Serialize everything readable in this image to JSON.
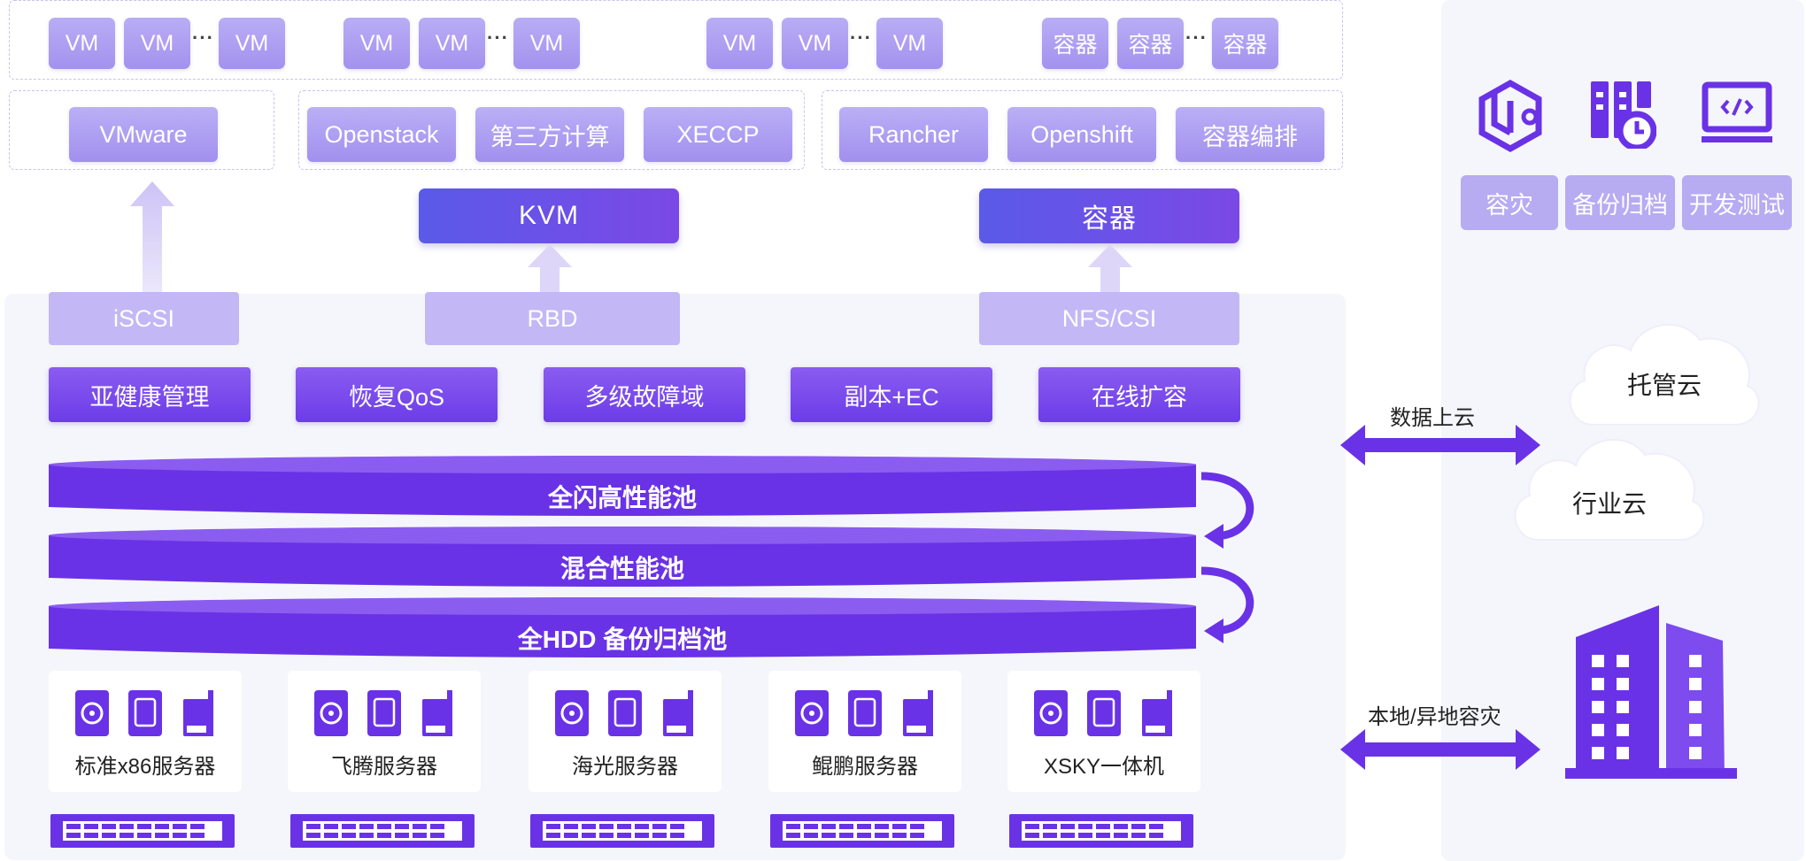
{
  "top_row": {
    "group1": [
      "VM",
      "VM",
      "VM"
    ],
    "group2": [
      "VM",
      "VM",
      "VM"
    ],
    "group3": [
      "VM",
      "VM",
      "VM"
    ],
    "group4": [
      "容器",
      "容器",
      "容器"
    ],
    "ellipsis": "···"
  },
  "platforms": {
    "vmware": "VMware",
    "kvm_group": [
      "Openstack",
      "第三方计算",
      "XECCP"
    ],
    "container_group": [
      "Rancher",
      "Openshift",
      "容器编排"
    ]
  },
  "core": {
    "kvm": "KVM",
    "container": "容器"
  },
  "protocols": {
    "iscsi": "iSCSI",
    "rbd": "RBD",
    "nfs": "NFS/CSI"
  },
  "features": [
    "亚健康管理",
    "恢复QoS",
    "多级故障域",
    "副本+EC",
    "在线扩容"
  ],
  "pools": [
    "全闪高性能池",
    "混合性能池",
    "全HDD 备份归档池"
  ],
  "servers": [
    "标准x86服务器",
    "飞腾服务器",
    "海光服务器",
    "鲲鹏服务器",
    "XSKY一体机"
  ],
  "right_panel": {
    "scenarios": [
      {
        "label": "容灾",
        "icon": "disaster-recovery-icon"
      },
      {
        "label": "备份归档",
        "icon": "backup-archive-icon"
      },
      {
        "label": "开发测试",
        "icon": "dev-test-icon"
      }
    ],
    "clouds": [
      "托管云",
      "行业云"
    ],
    "data_to_cloud": "数据上云",
    "local_dr": "本地/异地容灾"
  },
  "colors": {
    "primary": "#6c3ce8",
    "core_start": "#5a5ae8",
    "light_purple": "#a392ee",
    "panel_bg": "#f5f6fb"
  }
}
